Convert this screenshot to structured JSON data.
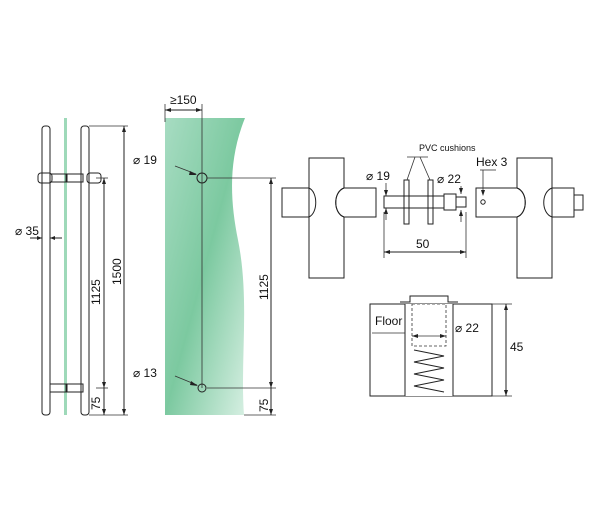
{
  "labels": {
    "d35": "⌀ 35",
    "h1125_left": "1125",
    "h1500": "1500",
    "h75_left": "75",
    "min150": "≥150",
    "d19_glass": "⌀ 19",
    "d13_glass": "⌀ 13",
    "h1125_glass": "1125",
    "h75_glass": "75",
    "pvc": "PVC cushions",
    "hex": "Hex 3",
    "d19_bolt": "⌀ 19",
    "d22_bolt": "⌀ 22",
    "w50": "50",
    "floor": "Floor",
    "d22_floor": "⌀ 22",
    "h45": "45"
  },
  "colors": {
    "glass": "#8fd4b0",
    "steel": "#e6e6e6",
    "floor": "#dcdcdc",
    "line": "#222222"
  }
}
